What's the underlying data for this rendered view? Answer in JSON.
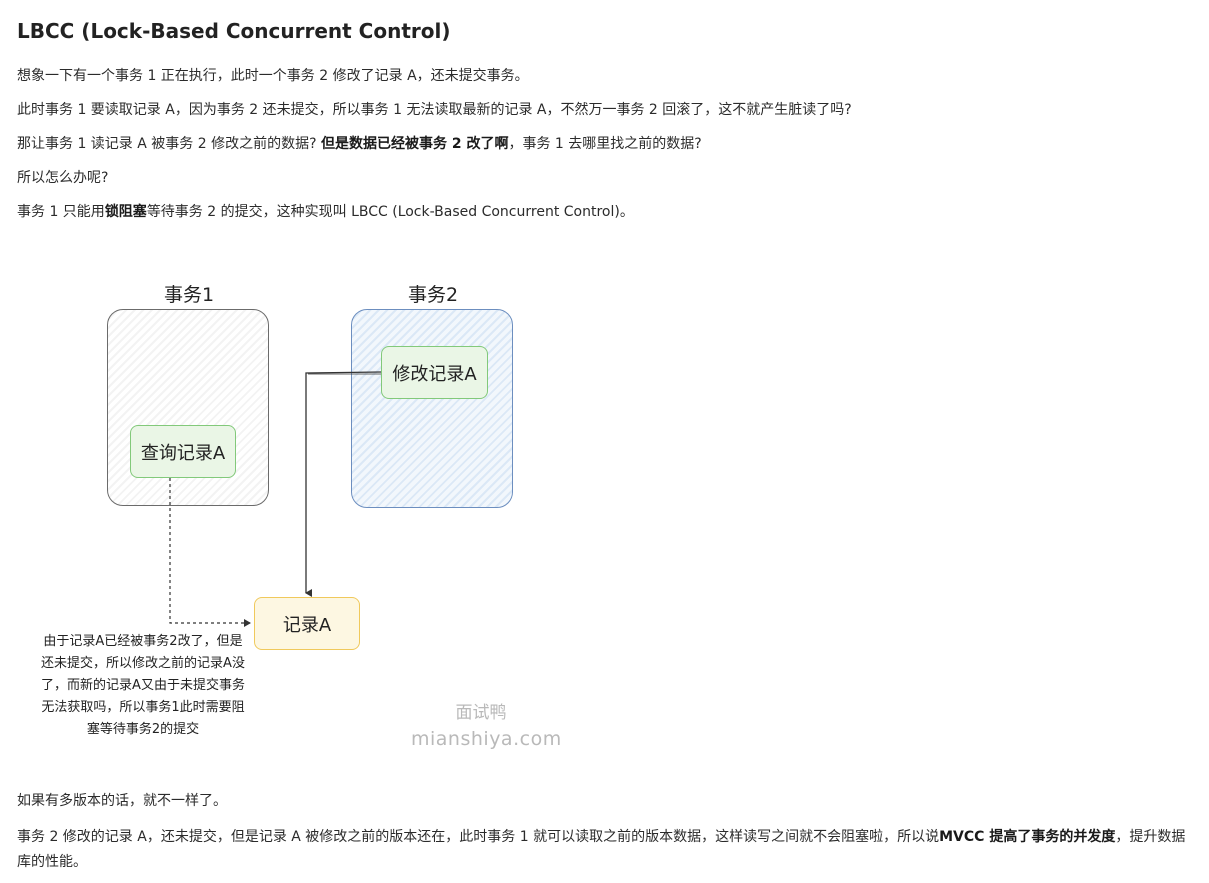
{
  "article": {
    "title": "LBCC (Lock-Based Concurrent Control)",
    "p1": "想象一下有一个事务 1 正在执行，此时一个事务 2 修改了记录 A，还未提交事务。",
    "p2": "此时事务 1 要读取记录 A，因为事务 2 还未提交，所以事务 1 无法读取最新的记录 A，不然万一事务 2 回滚了，这不就产生脏读了吗?",
    "p3_before": "那让事务 1 读记录 A 被事务 2 修改之前的数据? ",
    "p3_bold": "但是数据已经被事务 2 改了啊",
    "p3_after": "，事务 1 去哪里找之前的数据?",
    "p4": "所以怎么办呢?",
    "p5_before": "事务 1 只能用",
    "p5_bold": "锁阻塞",
    "p5_after": "等待事务 2 的提交，这种实现叫 LBCC (Lock-Based Concurrent Control)。",
    "p6": "如果有多版本的话，就不一样了。",
    "p7_before": "事务 2 修改的记录 A，还未提交，但是记录 A 被修改之前的版本还在，此时事务 1 就可以读取之前的版本数据，这样读写之间就不会阻塞啦，所以说",
    "p7_bold": "MVCC 提高了事务的并发度",
    "p7_after": "，提升数据库的性能。"
  },
  "diagram": {
    "transaction1_label": "事务1",
    "transaction2_label": "事务2",
    "query_record": "查询记录A",
    "modify_record": "修改记录A",
    "record": "记录A",
    "note": "由于记录A已经被事务2改了，但是还未提交，所以修改之前的记录A没了，而新的记录A又由于未提交事务无法获取吗，所以事务1此时需要阻塞等待事务2的提交",
    "colors": {
      "transaction1_border": "#6b6b6b",
      "transaction2_border": "#6c8ebf",
      "inner_border": "#82c97a",
      "record_border": "#f0c95c"
    }
  },
  "watermark": {
    "line1": "面试鸭",
    "line2": "mianshiya.com"
  }
}
